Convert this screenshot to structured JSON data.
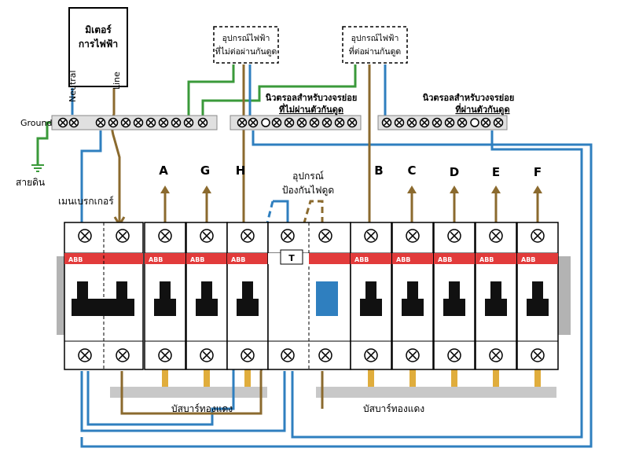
{
  "meter": {
    "line1": "มิเตอร์",
    "line2": "การไฟฟ้า"
  },
  "wire_labels": {
    "neutral": "Neutral",
    "line": "Line"
  },
  "ground": {
    "label": "Ground",
    "earth_label": "สายดิน"
  },
  "device_no_rcd": {
    "line1": "อุปกรณ์ไฟฟ้า",
    "line2": "ที่ไม่ต่อผ่านกันดูด"
  },
  "device_rcd": {
    "line1": "อุปกรณ์ไฟฟ้า",
    "line2": "ที่ต่อผ่านกันดูด"
  },
  "neutral_bar_no_rcd": {
    "line1": "นิวตรอลสำหรับวงจรย่อย",
    "line2": "ที่ไม่ผ่านตัวกันดูด"
  },
  "neutral_bar_rcd": {
    "line1": "นิวตรอลสำหรับวงจรย่อย",
    "line2": "ที่ผ่านตัวกันดูด"
  },
  "main_breaker_label": "เมนเบรกเกอร์",
  "rcd_label": {
    "line1": "อุปกรณ์",
    "line2": "ป้องกันไฟดูด"
  },
  "rcd_test_button": "T",
  "busbar_left": "บัสบาร์ทองแดง",
  "busbar_right": "บัสบาร์ทองแดง",
  "brand": "ABB",
  "circuits_left": [
    "A",
    "G",
    "H"
  ],
  "circuits_right": [
    "B",
    "C",
    "D",
    "E",
    "F"
  ],
  "colors": {
    "neutral_wire": "#2f7fbf",
    "line_wire": "#8b6a2e",
    "ground_wire": "#3a9a3a",
    "breaker_band": "#e23b3b",
    "rcd_handle": "#2f7fbf",
    "busbar": "#c8c8c8",
    "busbar_pin": "#e0ad3c"
  }
}
